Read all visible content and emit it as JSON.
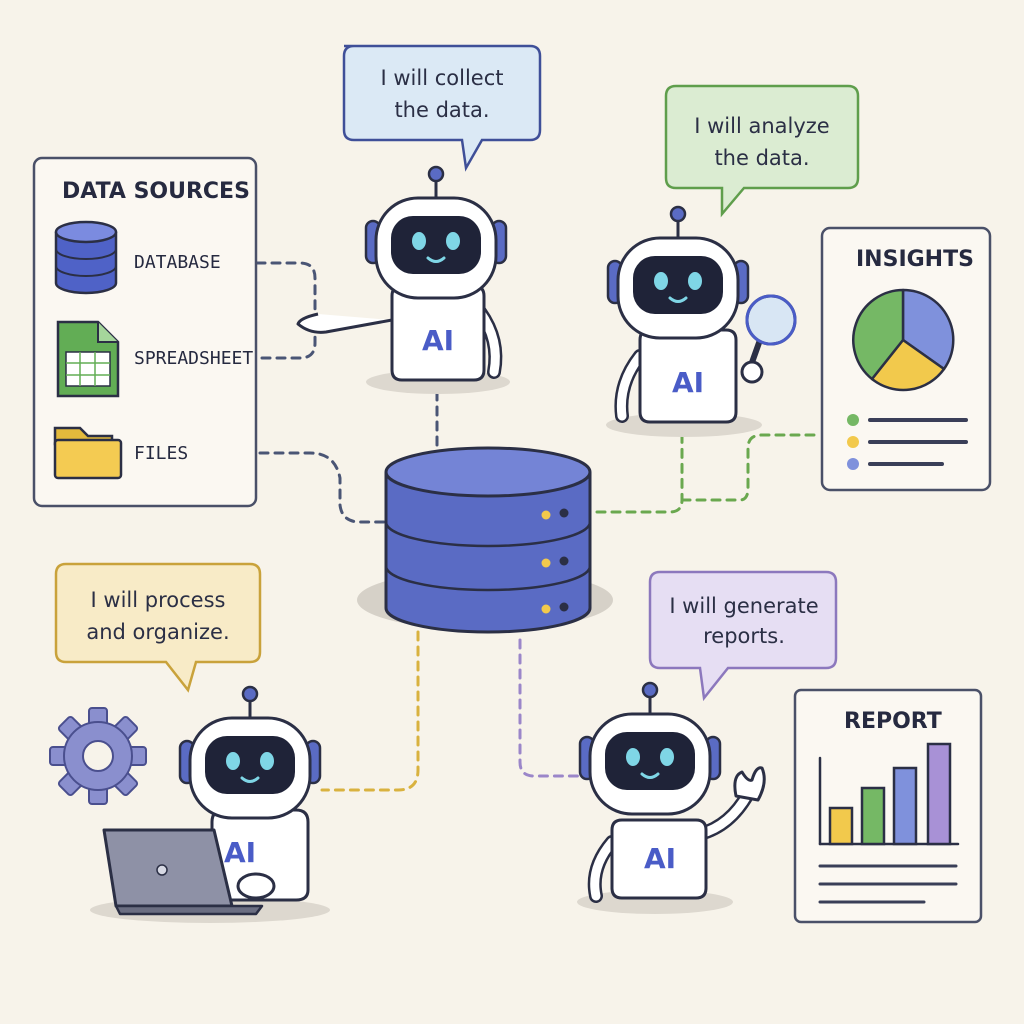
{
  "bubbles": {
    "collect": [
      "I will collect",
      "the data."
    ],
    "analyze": [
      "I will analyze",
      "the data."
    ],
    "process": [
      "I will process",
      "and organize."
    ],
    "report": [
      "I will generate",
      "reports."
    ]
  },
  "data_sources": {
    "title": "DATA SOURCES",
    "items": [
      {
        "label": "DATABASE",
        "icon": "database-icon"
      },
      {
        "label": "SPREADSHEET",
        "icon": "spreadsheet-icon"
      },
      {
        "label": "FILES",
        "icon": "folder-icon"
      }
    ]
  },
  "insights": {
    "title": "INSIGHTS"
  },
  "report": {
    "title": "REPORT"
  },
  "robots": {
    "badge": "AI"
  },
  "colors": {
    "collect": "#5a6fd0",
    "analyze": "#6aa84f",
    "process": "#d9b23f",
    "report": "#9b86c9",
    "database": "#5a6bc4",
    "outline": "#2b2f45"
  }
}
